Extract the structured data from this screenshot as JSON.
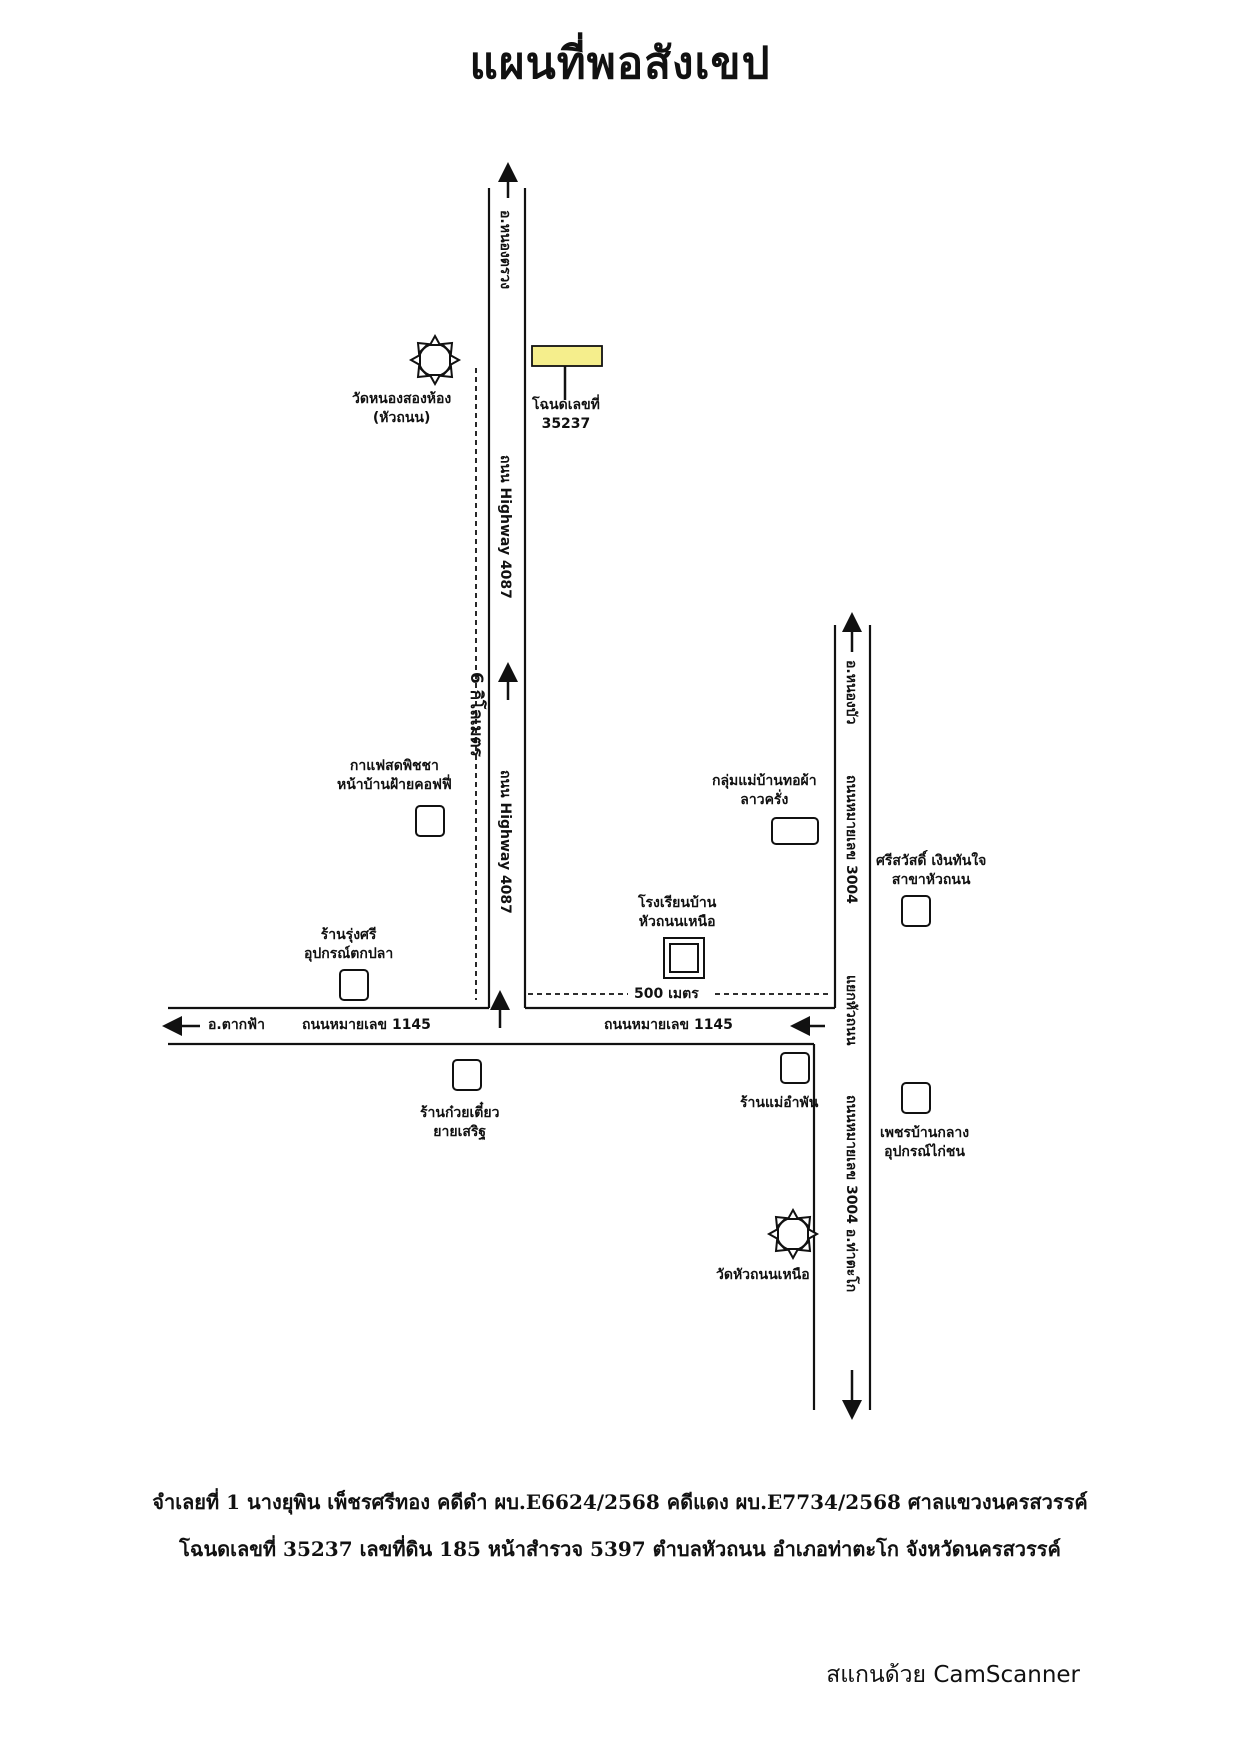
{
  "title": "แผนที่พอสังเขป",
  "map": {
    "plot_label": "โฉนดเลขที่ 35237",
    "plot_label_lines": [
      "โฉนดเลขที่",
      "35237"
    ],
    "highlight_color": "#f5ee8c",
    "roads": {
      "highway_upper": "ถนน Highway 4087",
      "highway_lower": "ถนน Highway 4087",
      "north_destination": "อ.หนองตรวง",
      "road1145_left": "ถนนหมายเลข 1145",
      "road1145_right": "ถนนหมายเลข 1145",
      "west_destination": "อ.ตากฟ้า",
      "road3004_upper": "ถนนหมายเลข 3004",
      "road3004_lower": "ถนนหมายเลข 3004 อ.ท่าตะโก",
      "northeast_destination": "อ.หนองบัว",
      "junction": "แยกหัวถนน"
    },
    "distances": {
      "six_km": "6 กิโลเมตร",
      "five_hundred_m": "500 เมตร"
    },
    "landmarks": {
      "temple_north": [
        "วัดหนองสองห้อง",
        "(หัวถนน)"
      ],
      "cafe": [
        "กาแฟสดพิชชา",
        "หน้าบ้านฝ้ายคอฟฟี่"
      ],
      "fishing_shop": [
        "ร้านรุ่งศรี",
        "อุปกรณ์ตกปลา"
      ],
      "noodle_shop": [
        "ร้านก๋วยเตี๋ยว",
        "ยายเสริฐ"
      ],
      "school": [
        "โรงเรียนบ้าน",
        "หัวถนนเหนือ"
      ],
      "weaving_group": [
        "กลุ่มแม่บ้านทอผ้า",
        "ลาวครั่ง"
      ],
      "loan_shop": [
        "ศรีสวัสดิ์ เงินทันใจ",
        "สาขาหัวถนน"
      ],
      "mae_ampan": [
        "ร้านแม่อำพัน"
      ],
      "chicken_shop": [
        "เพชรบ้านกลาง",
        "อุปกรณ์ไก่ชน"
      ],
      "temple_south": [
        "วัดหัวถนนเหนือ"
      ]
    }
  },
  "caption": {
    "line1": "จำเลยที่ 1 นางยุพิน เพ็ชรศรีทอง  คดีดำ ผบ.E6624/2568 คดีแดง ผบ.E7734/2568 ศาลแขวงนครสวรรค์",
    "line2": "โฉนดเลขที่ 35237 เลขที่ดิน 185 หน้าสำรวจ 5397 ตำบลหัวถนน อำเภอท่าตะโก จังหวัดนครสวรรค์"
  },
  "watermark": "สแกนด้วย CamScanner"
}
